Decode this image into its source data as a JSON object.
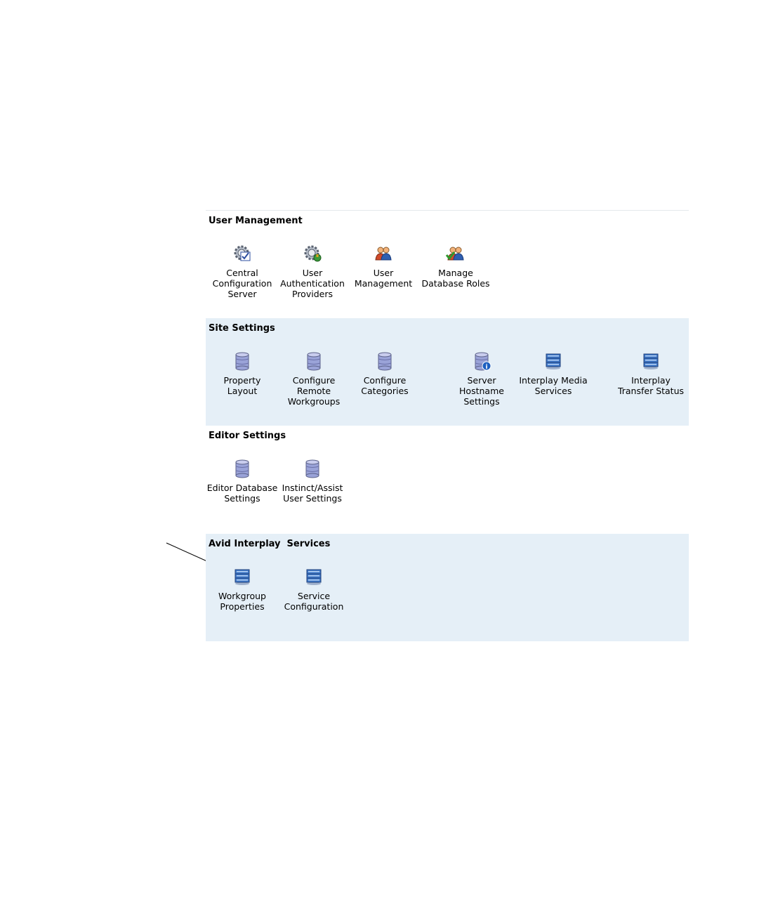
{
  "sections": [
    {
      "title": "User Management",
      "items": [
        {
          "label": "Central\nConfiguration\nServer",
          "icon": "gear-check-icon"
        },
        {
          "label": "User\nAuthentication\nProviders",
          "icon": "gear-key-icon"
        },
        {
          "label": "User\nManagement",
          "icon": "users-icon"
        },
        {
          "label": "Manage\nDatabase Roles",
          "icon": "users-check-icon"
        }
      ]
    },
    {
      "title": "Site Settings",
      "items": [
        {
          "label": "Property\nLayout",
          "icon": "database-icon"
        },
        {
          "label": "Configure\nRemote\nWorkgroups",
          "icon": "database-icon"
        },
        {
          "label": "Configure\nCategories",
          "icon": "database-icon"
        },
        {
          "label": "Server\nHostname\nSettings",
          "icon": "database-info-icon"
        },
        {
          "label": "Interplay Media\nServices",
          "icon": "server-stack-icon"
        },
        {
          "label": "Interplay\nTransfer Status",
          "icon": "server-stack-icon"
        }
      ]
    },
    {
      "title": "Editor Settings",
      "items": [
        {
          "label": "Editor Database\nSettings",
          "icon": "database-icon"
        },
        {
          "label": "Instinct/Assist\nUser Settings",
          "icon": "database-icon"
        }
      ]
    },
    {
      "title": "Avid Interplay  Services",
      "items": [
        {
          "label": "Workgroup\nProperties",
          "icon": "server-stack-icon"
        },
        {
          "label": "Service\nConfiguration",
          "icon": "server-stack-icon"
        }
      ]
    }
  ],
  "colors": {
    "alt_section_bg": "#e5eff7",
    "database_icon": "#9aa3d8",
    "server_stack_icon": "#3f78c8"
  }
}
